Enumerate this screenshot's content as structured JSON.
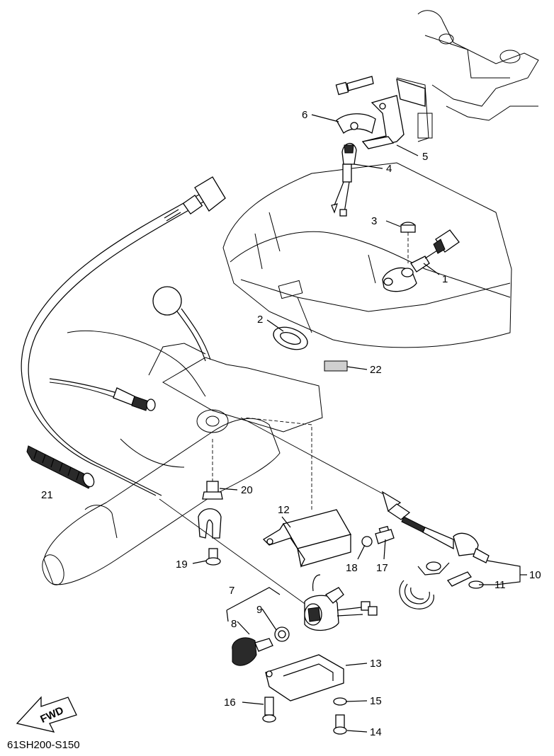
{
  "diagram_code": "61SH200-S150",
  "fwd_label": "FWD",
  "callouts": {
    "c1": "1",
    "c2": "2",
    "c3": "3",
    "c4": "4",
    "c5": "5",
    "c6": "6",
    "c7": "7",
    "c8": "8",
    "c9": "9",
    "c10": "10",
    "c11": "11",
    "c12": "12",
    "c13": "13",
    "c14": "14",
    "c15": "15",
    "c16": "16",
    "c17": "17",
    "c18": "18",
    "c19": "19",
    "c20": "20",
    "c21": "21",
    "c22": "22"
  }
}
